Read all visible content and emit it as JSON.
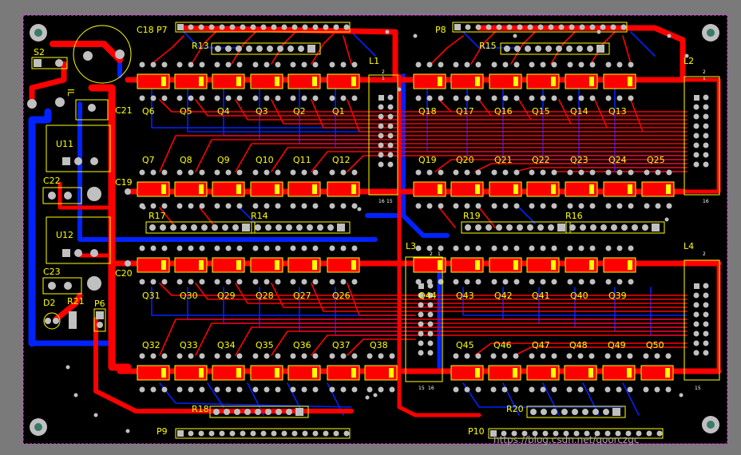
{
  "colors": {
    "background": "#7a7a7a",
    "board": "#000000",
    "top_copper": "#ff0000",
    "bottom_copper": "#0000ff",
    "silkscreen": "#ffff00",
    "pad": "#c0c0c0",
    "outline": "#ff00ff"
  },
  "row_a": [
    "Q6",
    "Q5",
    "Q4",
    "Q3",
    "Q2",
    "Q1",
    "Q18",
    "Q17",
    "Q16",
    "Q15",
    "Q14",
    "Q13"
  ],
  "row_b": [
    "Q7",
    "Q8",
    "Q9",
    "Q10",
    "Q11",
    "Q12",
    "Q19",
    "Q20",
    "Q21",
    "Q22",
    "Q23",
    "Q24",
    "Q25"
  ],
  "row_c": [
    "Q31",
    "Q30",
    "Q29",
    "Q28",
    "Q27",
    "Q26",
    "Q44",
    "Q43",
    "Q42",
    "Q41",
    "Q40",
    "Q39"
  ],
  "row_d": [
    "Q32",
    "Q33",
    "Q34",
    "Q35",
    "Q36",
    "Q37",
    "Q38",
    "Q45",
    "Q46",
    "Q47",
    "Q48",
    "Q49",
    "Q50"
  ],
  "resistor_networks": [
    "R13",
    "R15",
    "R17",
    "R14",
    "R19",
    "R16",
    "R18",
    "R20"
  ],
  "headers": [
    "P7",
    "P8",
    "P9",
    "P10"
  ],
  "coils": [
    "L1",
    "L2",
    "L3",
    "L4"
  ],
  "misc": {
    "s2": "S2",
    "c18": "C18",
    "c21": "C21",
    "u11": "U11",
    "c22": "C22",
    "c19": "C19",
    "u12": "U12",
    "c23": "C23",
    "c20": "C20",
    "d2": "D2",
    "r21": "R21",
    "p6": "P6",
    "il": "IL",
    "l_pin_2": "2",
    "l_pin_1": "1",
    "l_pin_16": "16",
    "l_pin_15": "15"
  },
  "watermark": "https://blog.csdn.net/qoorczgc"
}
